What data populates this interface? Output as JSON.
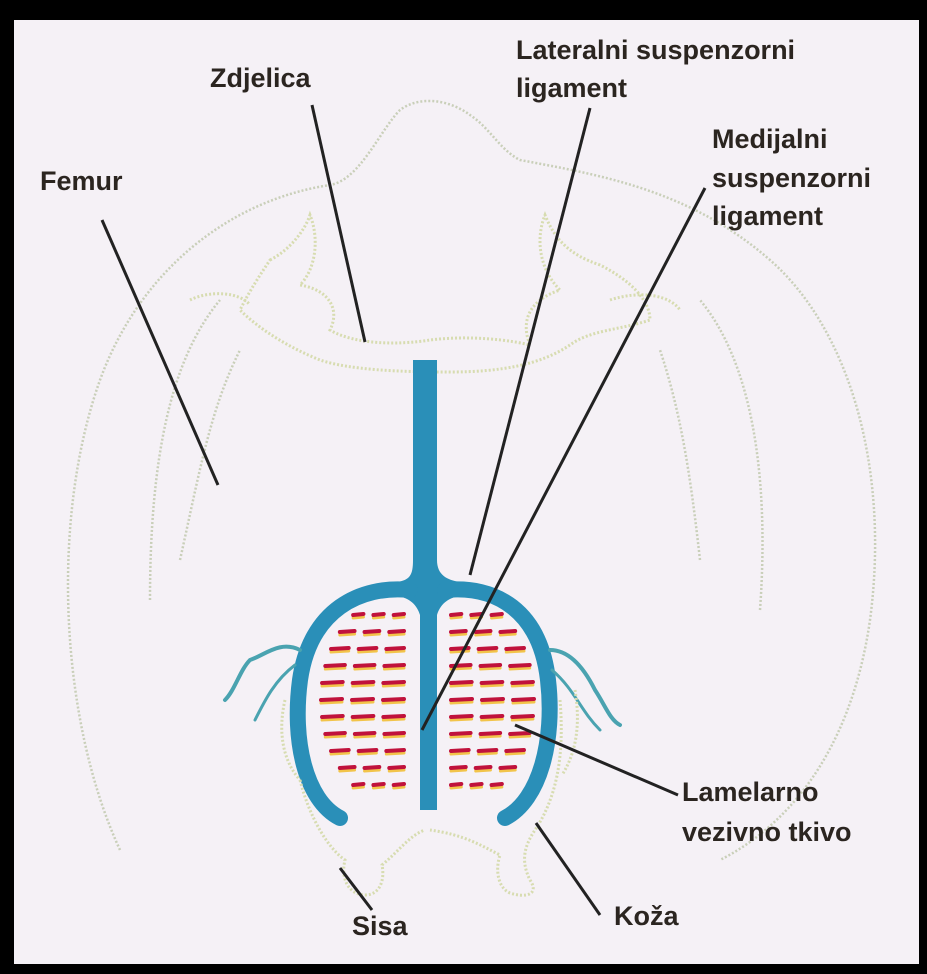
{
  "labels": {
    "femur": "Femur",
    "zdjelica": "Zdjelica",
    "lateralni_line1": "Lateralni suspenzorni",
    "lateralni_line2": "ligament",
    "medijalni_line1": "Medijalni",
    "medijalni_line2": "suspenzorni",
    "medijalni_line3": "ligament",
    "lamelarno_line1": "Lamelarno",
    "lamelarno_line2": "vezivno tkivo",
    "sisa": "Sisa",
    "koza": "Koža"
  },
  "colors": {
    "ligament": "#2a8fb8",
    "lamellae": "#c0123c",
    "lamellae_glow": "#f2c44a",
    "outline": "#c9cfb9",
    "leader_line": "#222222",
    "label_text": "#2b2520",
    "background": "#f5f1f6"
  }
}
